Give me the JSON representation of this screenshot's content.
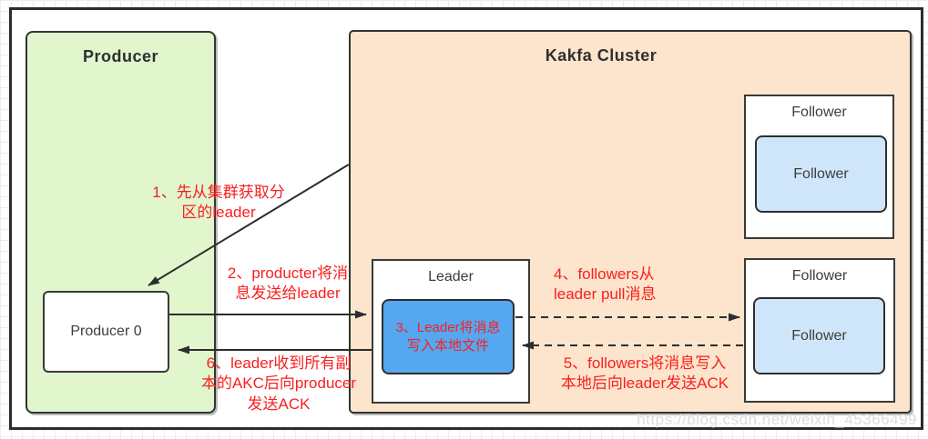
{
  "diagram": {
    "producer_group": {
      "title": "Producer"
    },
    "producer_node": {
      "label": "Producer 0"
    },
    "cluster": {
      "title": "Kakfa Cluster"
    },
    "leader": {
      "title": "Leader",
      "step3_label": "3、Leader将消息\n写入本地文件"
    },
    "follower_top": {
      "title": "Follower",
      "inner_label": "Follower"
    },
    "follower_bottom": {
      "title": "Follower",
      "inner_label": "Follower"
    },
    "steps": {
      "step1": "1、先从集群获取分\n区的leader",
      "step2": "2、producter将消\n息发送给leader",
      "step4": "4、followers从\nleader pull消息",
      "step5": "5、followers将消息写入\n本地后向leader发送ACK",
      "step6": "6、leader收到所有副\n本的AKC后向producer\n发送ACK"
    },
    "watermark": "https://blog.csdn.net/weixin_45366499",
    "colors": {
      "producer_fill": "#e2f6ce",
      "cluster_fill": "#fce5cc",
      "leader_inner_fill": "#55a7f0",
      "follower_inner_fill": "#cfe6fa",
      "step_text": "#f91f1f",
      "line": "#2d2d2d"
    }
  }
}
